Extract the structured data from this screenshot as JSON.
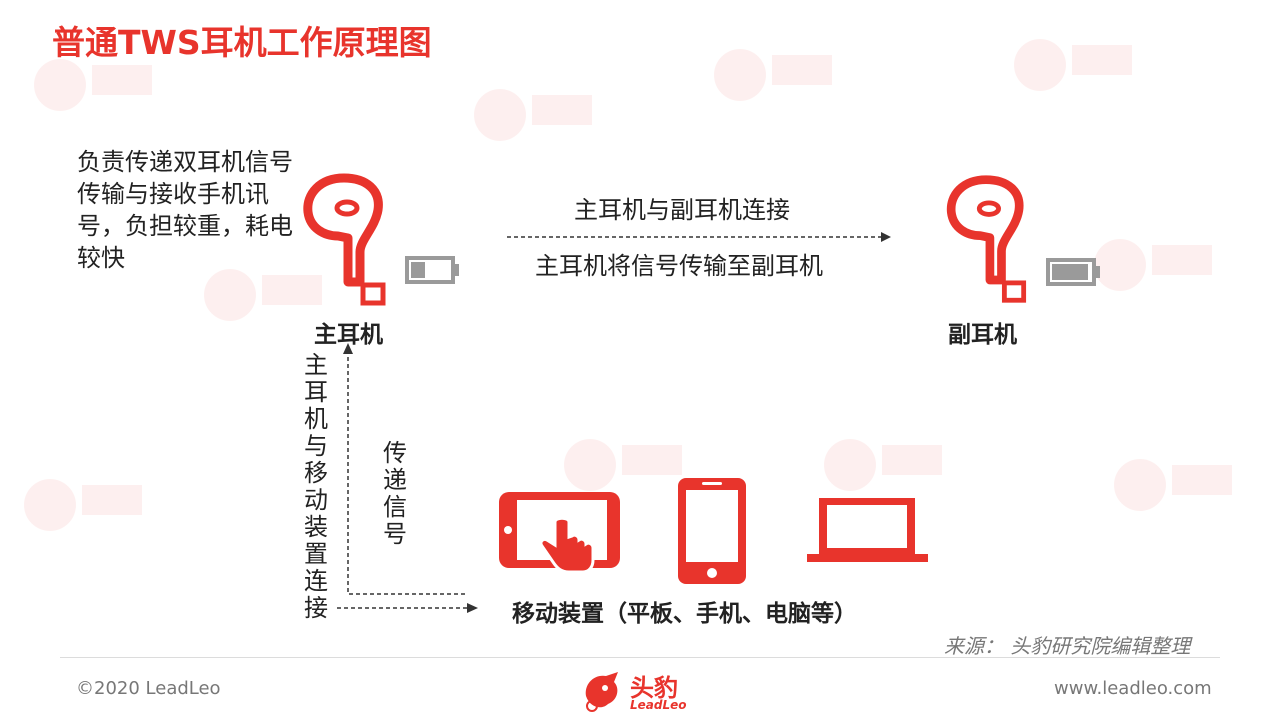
{
  "title": "普通TWS耳机工作原理图",
  "description": "负责传递双耳机信号传输与接收手机讯号，负担较重，耗电较快",
  "main_earbud_label": "主耳机",
  "secondary_earbud_label": "副耳机",
  "connection_label": "主耳机与副耳机连接",
  "transmission_label": "主耳机将信号传输至副耳机",
  "vertical_connect_label": "主耳机与移动装置连接",
  "vertical_signal_label": "传递信号",
  "devices_label": "移动装置（平板、手机、电脑等）",
  "source": "来源：  头豹研究院编辑整理",
  "footer": {
    "copyright": "©2020 LeadLeo",
    "website": "www.leadleo.com",
    "logo_text": "头豹",
    "logo_subtext": "LeadLeo"
  },
  "colors": {
    "accent": "#e8342c",
    "battery": "#9a9a9a"
  },
  "icons": [
    "earbud-icon",
    "battery-icon",
    "tablet-touch-icon",
    "phone-icon",
    "laptop-icon",
    "leopard-logo-icon"
  ]
}
